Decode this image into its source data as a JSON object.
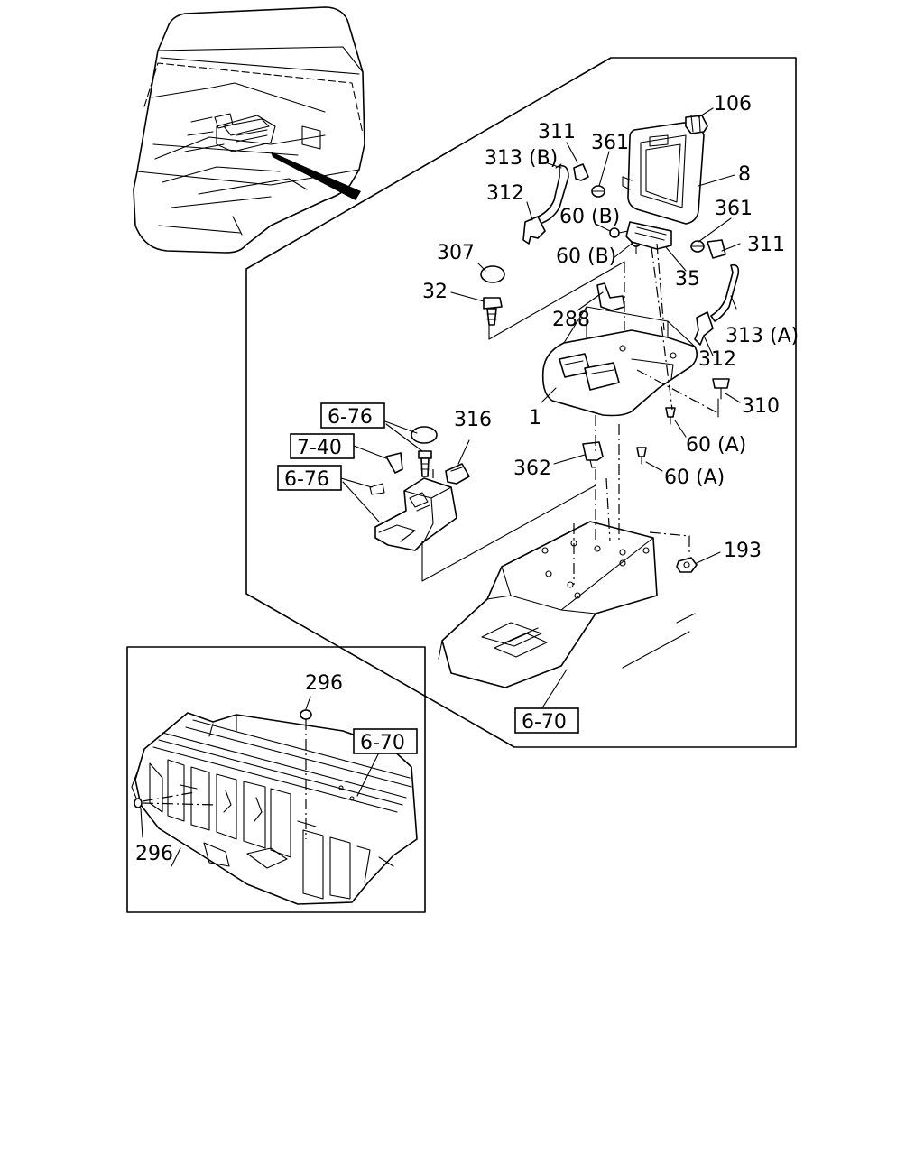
{
  "callouts": {
    "c106": "106",
    "c311a": "311",
    "c361a": "361",
    "c313b": "313 (B)",
    "c8": "8",
    "c312a": "312",
    "c60b1": "60 (B)",
    "c361b": "361",
    "c311b": "311",
    "c60b2": "60 (B)",
    "c35": "35",
    "c307": "307",
    "c32": "32",
    "c288": "288",
    "c313a": "313 (A)",
    "c312b": "312",
    "c310": "310",
    "c1": "1",
    "c60a1": "60 (A)",
    "c316": "316",
    "c362": "362",
    "c60a2": "60 (A)",
    "c193": "193",
    "c296a": "296",
    "c296b": "296"
  },
  "references": {
    "r676a": "6-76",
    "r740": "7-40",
    "r676b": "6-76",
    "r670a": "6-70",
    "r670b": "6-70"
  }
}
